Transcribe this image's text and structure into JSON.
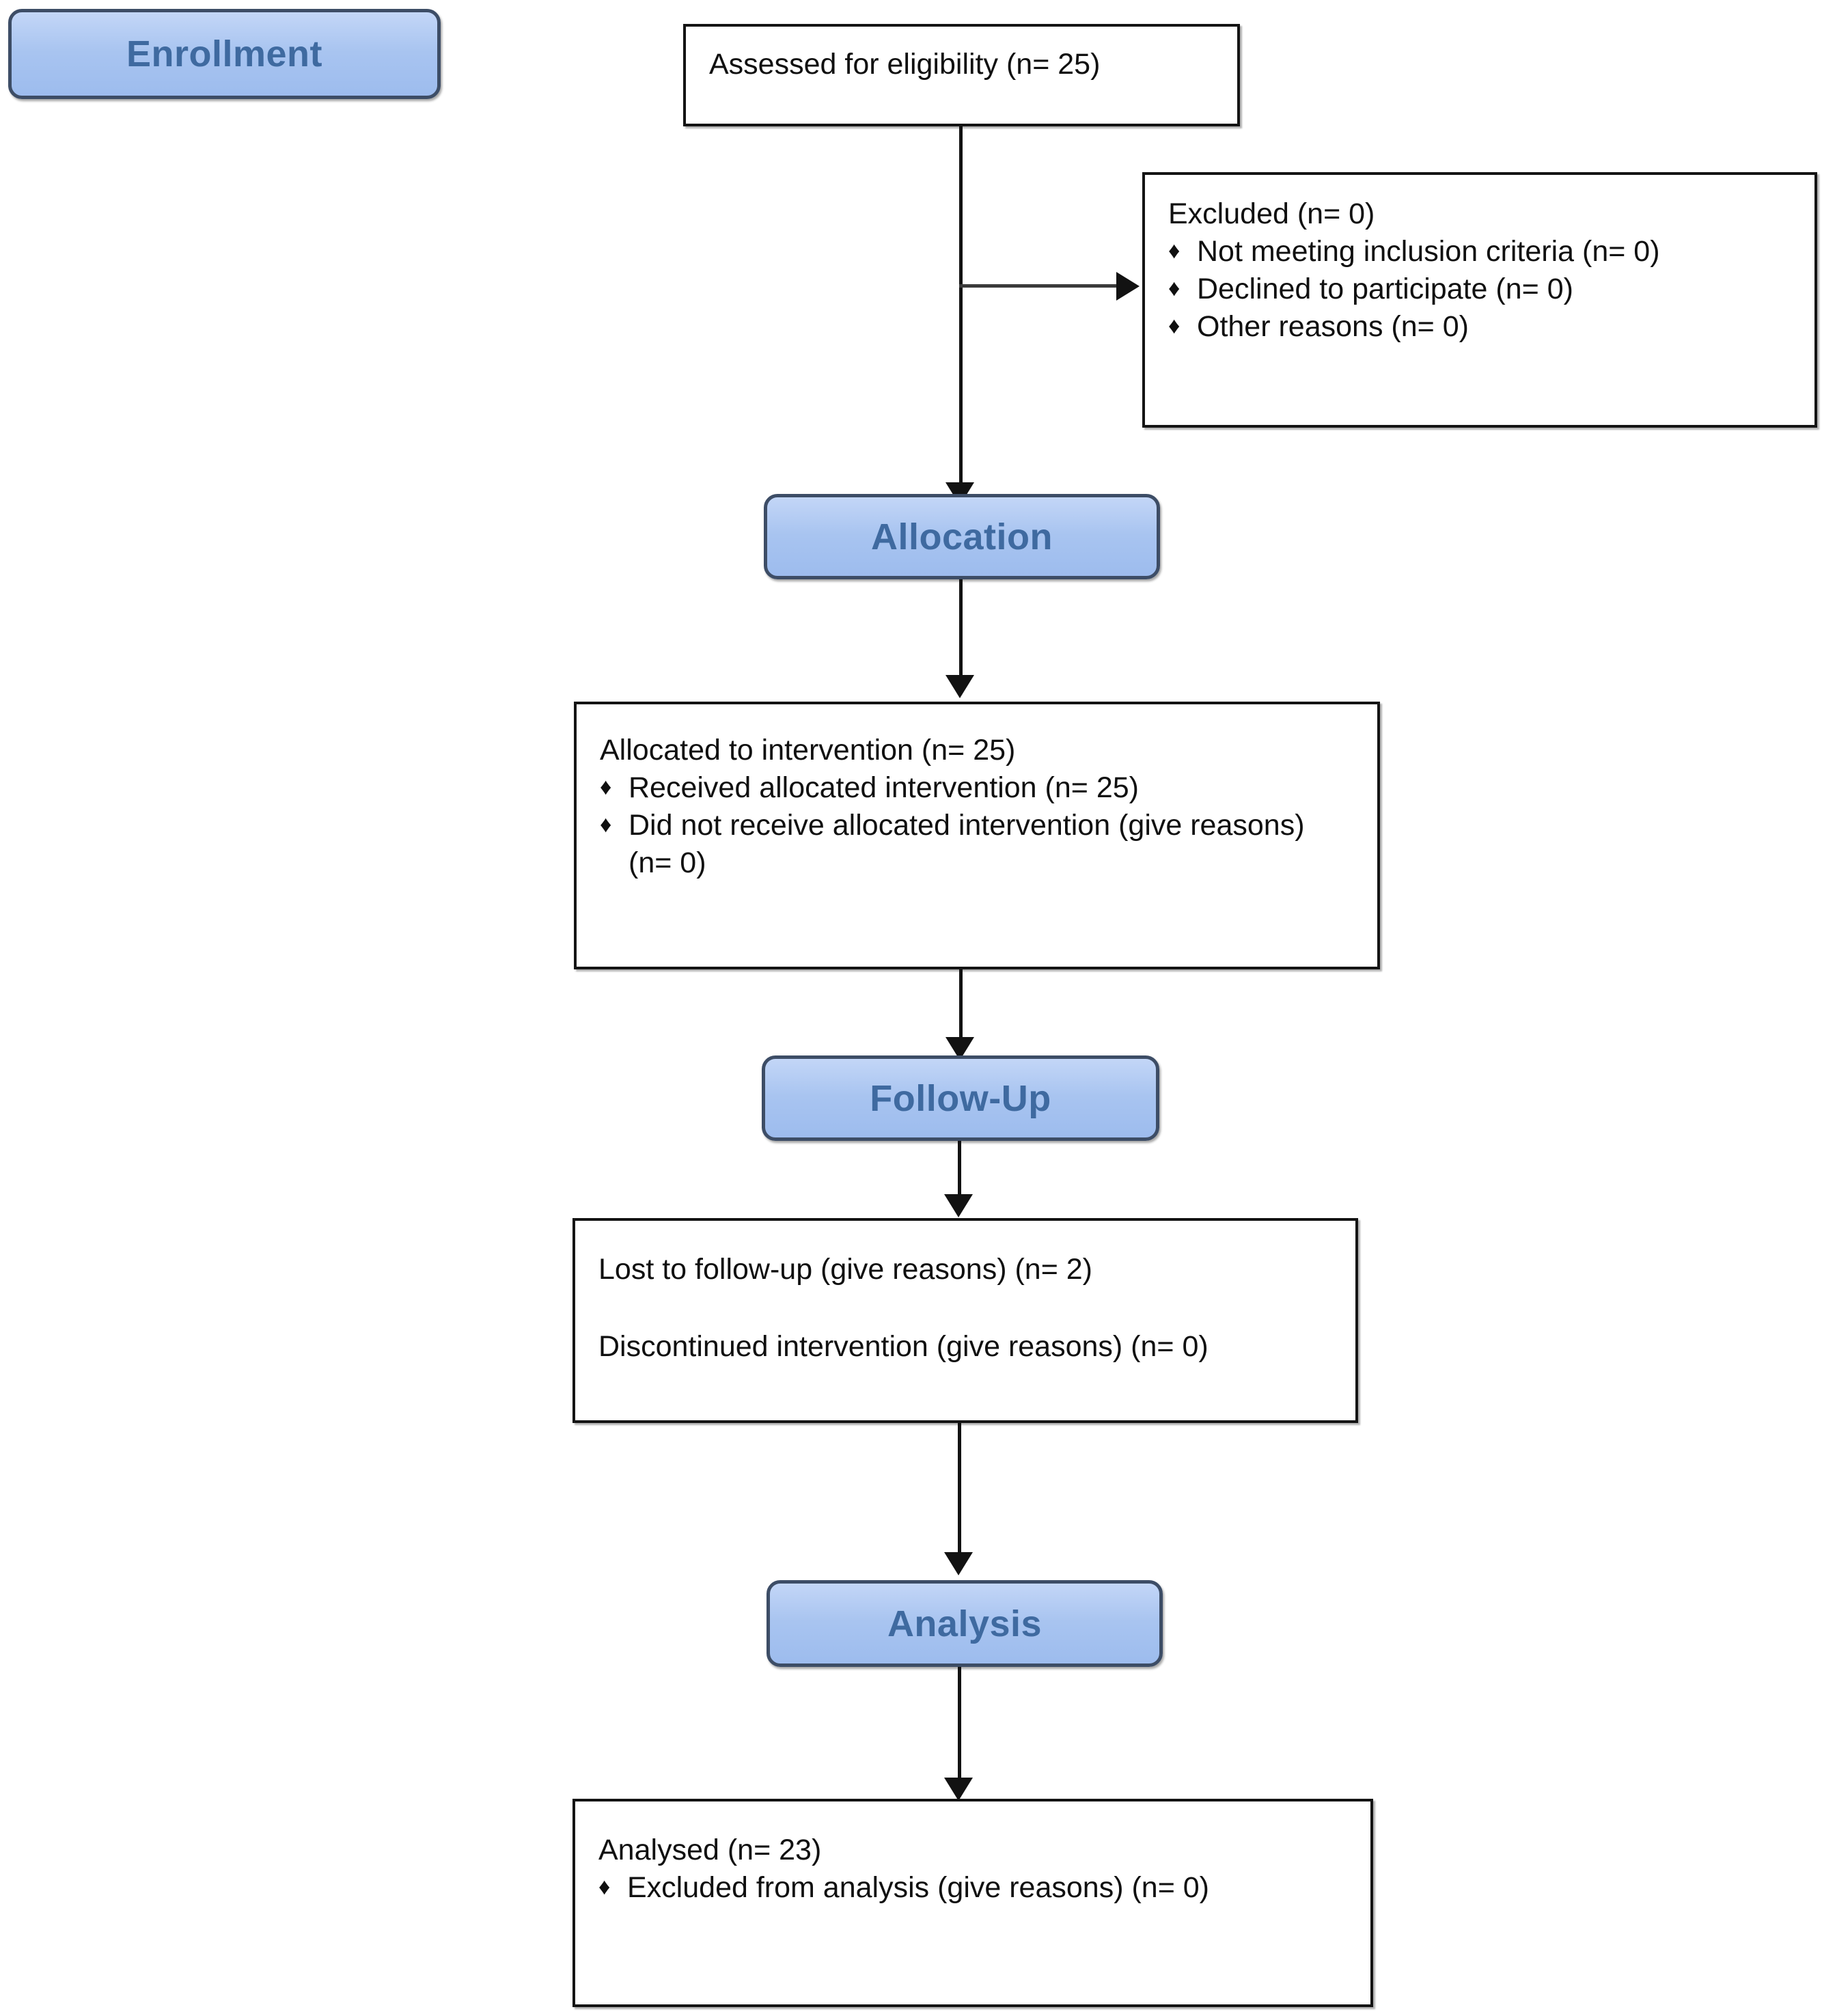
{
  "diagram": {
    "type": "CONSORT participant flow diagram",
    "stages": [
      {
        "id": "enrollment",
        "label": "Enrollment"
      },
      {
        "id": "allocation",
        "label": "Allocation"
      },
      {
        "id": "followup",
        "label": "Follow-Up"
      },
      {
        "id": "analysis",
        "label": "Analysis"
      }
    ],
    "boxes": {
      "assessed": {
        "header": "Assessed for eligibility (n= 25)"
      },
      "excluded": {
        "header": "Excluded (n= 0)",
        "bullets": [
          "Not meeting inclusion criteria (n= 0)",
          "Declined to participate (n= 0)",
          "Other reasons (n= 0)"
        ]
      },
      "allocated": {
        "header": "Allocated to intervention (n= 25)",
        "bullets": [
          "Received allocated intervention (n= 25)",
          "Did not receive allocated intervention (give reasons) (n= 0)"
        ]
      },
      "followup": {
        "line1": "Lost to follow-up (give reasons) (n= 2)",
        "line2": "Discontinued intervention (give reasons) (n= 0)"
      },
      "analysed": {
        "header": "Analysed (n= 23)",
        "bullets": [
          "Excluded from analysis (give reasons) (n= 0)"
        ]
      }
    },
    "bullet_glyph": "♦",
    "colors": {
      "stage_fill": "#a8c4f0",
      "stage_border": "#3d4d66",
      "stage_text": "#3f6aa0",
      "box_border": "#141414",
      "box_text": "#101010",
      "connector": "#121212",
      "background": "#ffffff"
    },
    "counts": {
      "assessed_for_eligibility": 25,
      "excluded_total": 0,
      "not_meeting_inclusion_criteria": 0,
      "declined_to_participate": 0,
      "other_reasons": 0,
      "allocated_to_intervention": 25,
      "received_allocated_intervention": 25,
      "did_not_receive_allocated_intervention": 0,
      "lost_to_follow_up": 2,
      "discontinued_intervention": 0,
      "analysed": 23,
      "excluded_from_analysis": 0
    }
  }
}
